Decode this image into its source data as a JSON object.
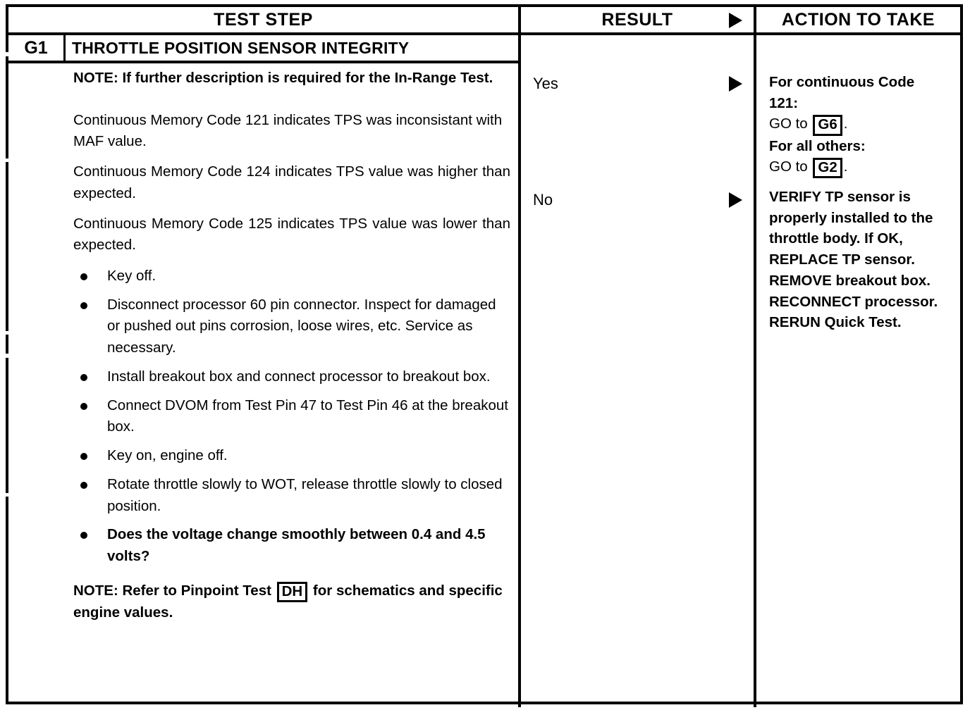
{
  "document": {
    "type": "automotive-diagnostic-pinpoint-test",
    "headers": {
      "test_step": "TEST STEP",
      "result": "RESULT",
      "action_to_take": "ACTION TO TAKE",
      "result_arrow_icon": "right-triangle-icon"
    },
    "step": {
      "id": "G1",
      "title": "THROTTLE POSITION SENSOR INTEGRITY"
    },
    "test_step": {
      "note_top": "NOTE: If further description is required for the In-Range Test.",
      "paragraphs": [
        "Continuous Memory Code 121 indicates TPS was inconsistant with MAF value.",
        "Continuous Memory Code 124 indicates TPS value was higher than expected.",
        "Continuous Memory Code 125 indicates TPS value was lower than expected."
      ],
      "bullets": [
        {
          "text": "Key off.",
          "bold": false
        },
        {
          "text": "Disconnect processor 60 pin connector. Inspect for damaged or pushed out pins corrosion, loose wires, etc. Service as necessary.",
          "bold": false
        },
        {
          "text": "Install breakout box and connect processor to breakout box.",
          "bold": false
        },
        {
          "text": "Connect DVOM from Test Pin 47 to Test Pin 46 at the breakout box.",
          "bold": false
        },
        {
          "text": "Key on, engine off.",
          "bold": false
        },
        {
          "text": "Rotate throttle slowly to WOT, release throttle slowly to closed position.",
          "bold": false
        },
        {
          "text": "Does the voltage change smoothly between 0.4 and 4.5 volts?",
          "bold": true
        }
      ],
      "note_bottom_part1": "NOTE: Refer to Pinpoint Test",
      "note_bottom_ref": "DH",
      "note_bottom_part2": "for schematics and specific engine values."
    },
    "results": [
      {
        "label": "Yes"
      },
      {
        "label": "No"
      }
    ],
    "actions": {
      "yes": {
        "line1": "For continuous Code",
        "line2": "121:",
        "line3_prefix": "GO to",
        "line3_ref": "G6",
        "line3_suffix": ".",
        "line4": "For all others:",
        "line5_prefix": "GO to",
        "line5_ref": "G2",
        "line5_suffix": "."
      },
      "no": {
        "text": "VERIFY TP sensor is properly installed to the throttle body. If OK, REPLACE TP sensor. REMOVE breakout box. RECONNECT processor. RERUN Quick Test."
      }
    },
    "colors": {
      "ink": "#000000",
      "paper": "#ffffff"
    }
  }
}
